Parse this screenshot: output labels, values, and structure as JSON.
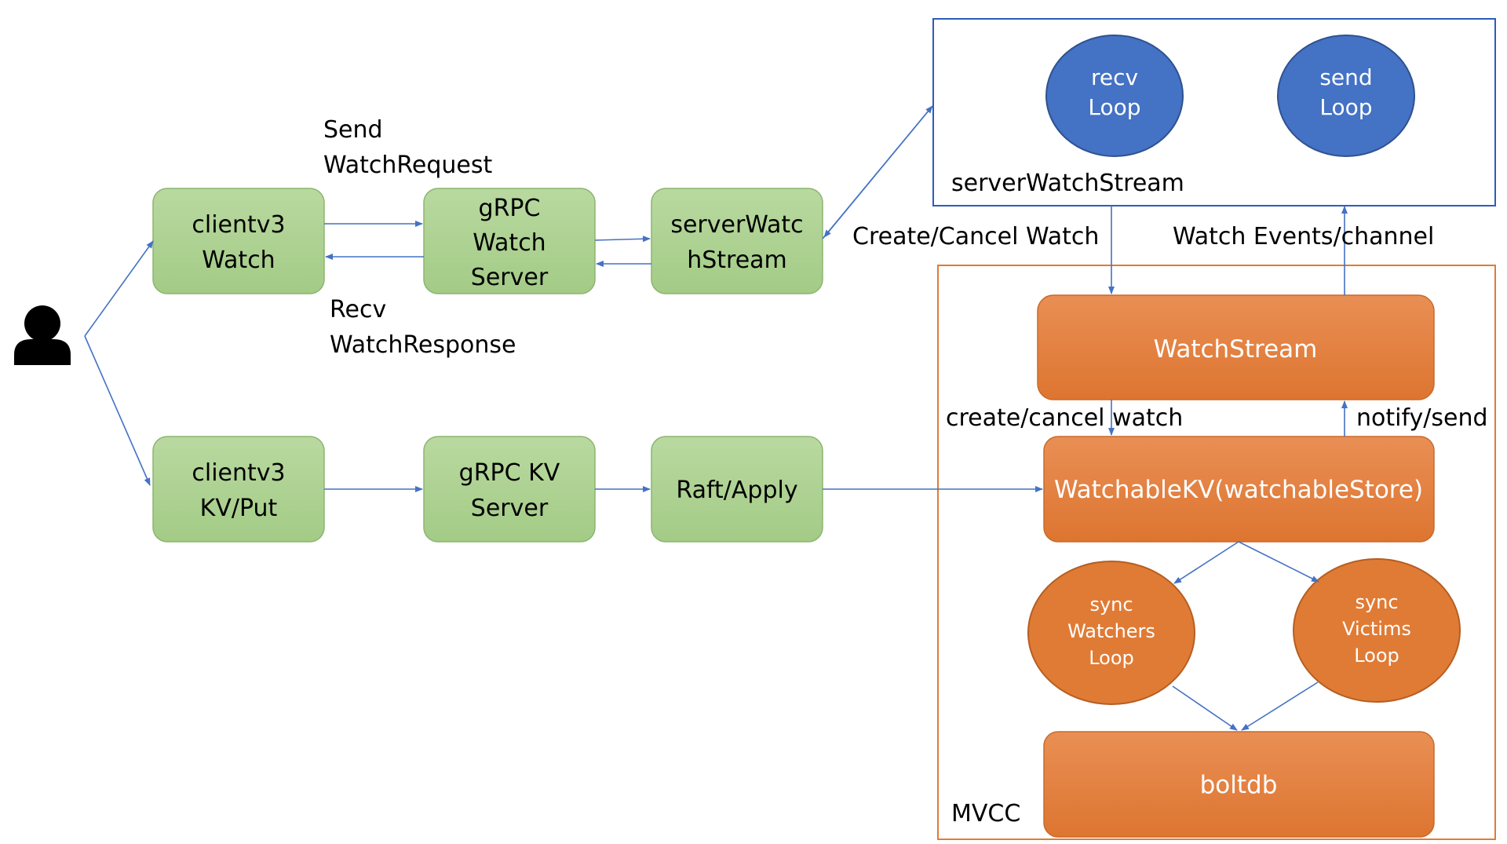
{
  "user_icon": "person-icon",
  "colors": {
    "green_fill": "#a9cf8d",
    "green_stroke": "#8cb56f",
    "orange_fill": "#e07b35",
    "orange_stroke": "#c86a2a",
    "blue_circle": "#4472c4",
    "arrow": "#4472c4",
    "server_stream_border": "#2e5cb8",
    "mvcc_border": "#e07b35"
  },
  "boxes": {
    "clientv3_watch": [
      "clientv3",
      "Watch"
    ],
    "grpc_watch_server": [
      "gRPC",
      "Watch",
      "Server"
    ],
    "server_watch_stream_box": [
      "serverWatc",
      "hStream"
    ],
    "clientv3_kv_put": [
      "clientv3",
      "KV/Put"
    ],
    "grpc_kv_server": [
      "gRPC KV",
      "Server"
    ],
    "raft_apply": [
      "Raft/Apply"
    ]
  },
  "server_watch_stream_panel": {
    "title": "serverWatchStream",
    "recv_loop": [
      "recv",
      "Loop"
    ],
    "send_loop": [
      "send",
      "Loop"
    ]
  },
  "mvcc_panel": {
    "title": "MVCC",
    "watch_stream": "WatchStream",
    "watchable_kv": "WatchableKV(watchableStore)",
    "sync_watchers_loop": [
      "sync",
      "Watchers",
      "Loop"
    ],
    "sync_victims_loop": [
      "sync",
      "Victims",
      "Loop"
    ],
    "boltdb": "boltdb"
  },
  "labels": {
    "send_watch_request": [
      "Send",
      "WatchRequest"
    ],
    "recv_watch_response": [
      "Recv",
      "WatchResponse"
    ],
    "create_cancel_watch_upper": "Create/Cancel Watch",
    "watch_events_channel": "Watch Events/channel",
    "create_cancel_watch_lower": "create/cancel watch",
    "notify_send": "notify/send"
  }
}
